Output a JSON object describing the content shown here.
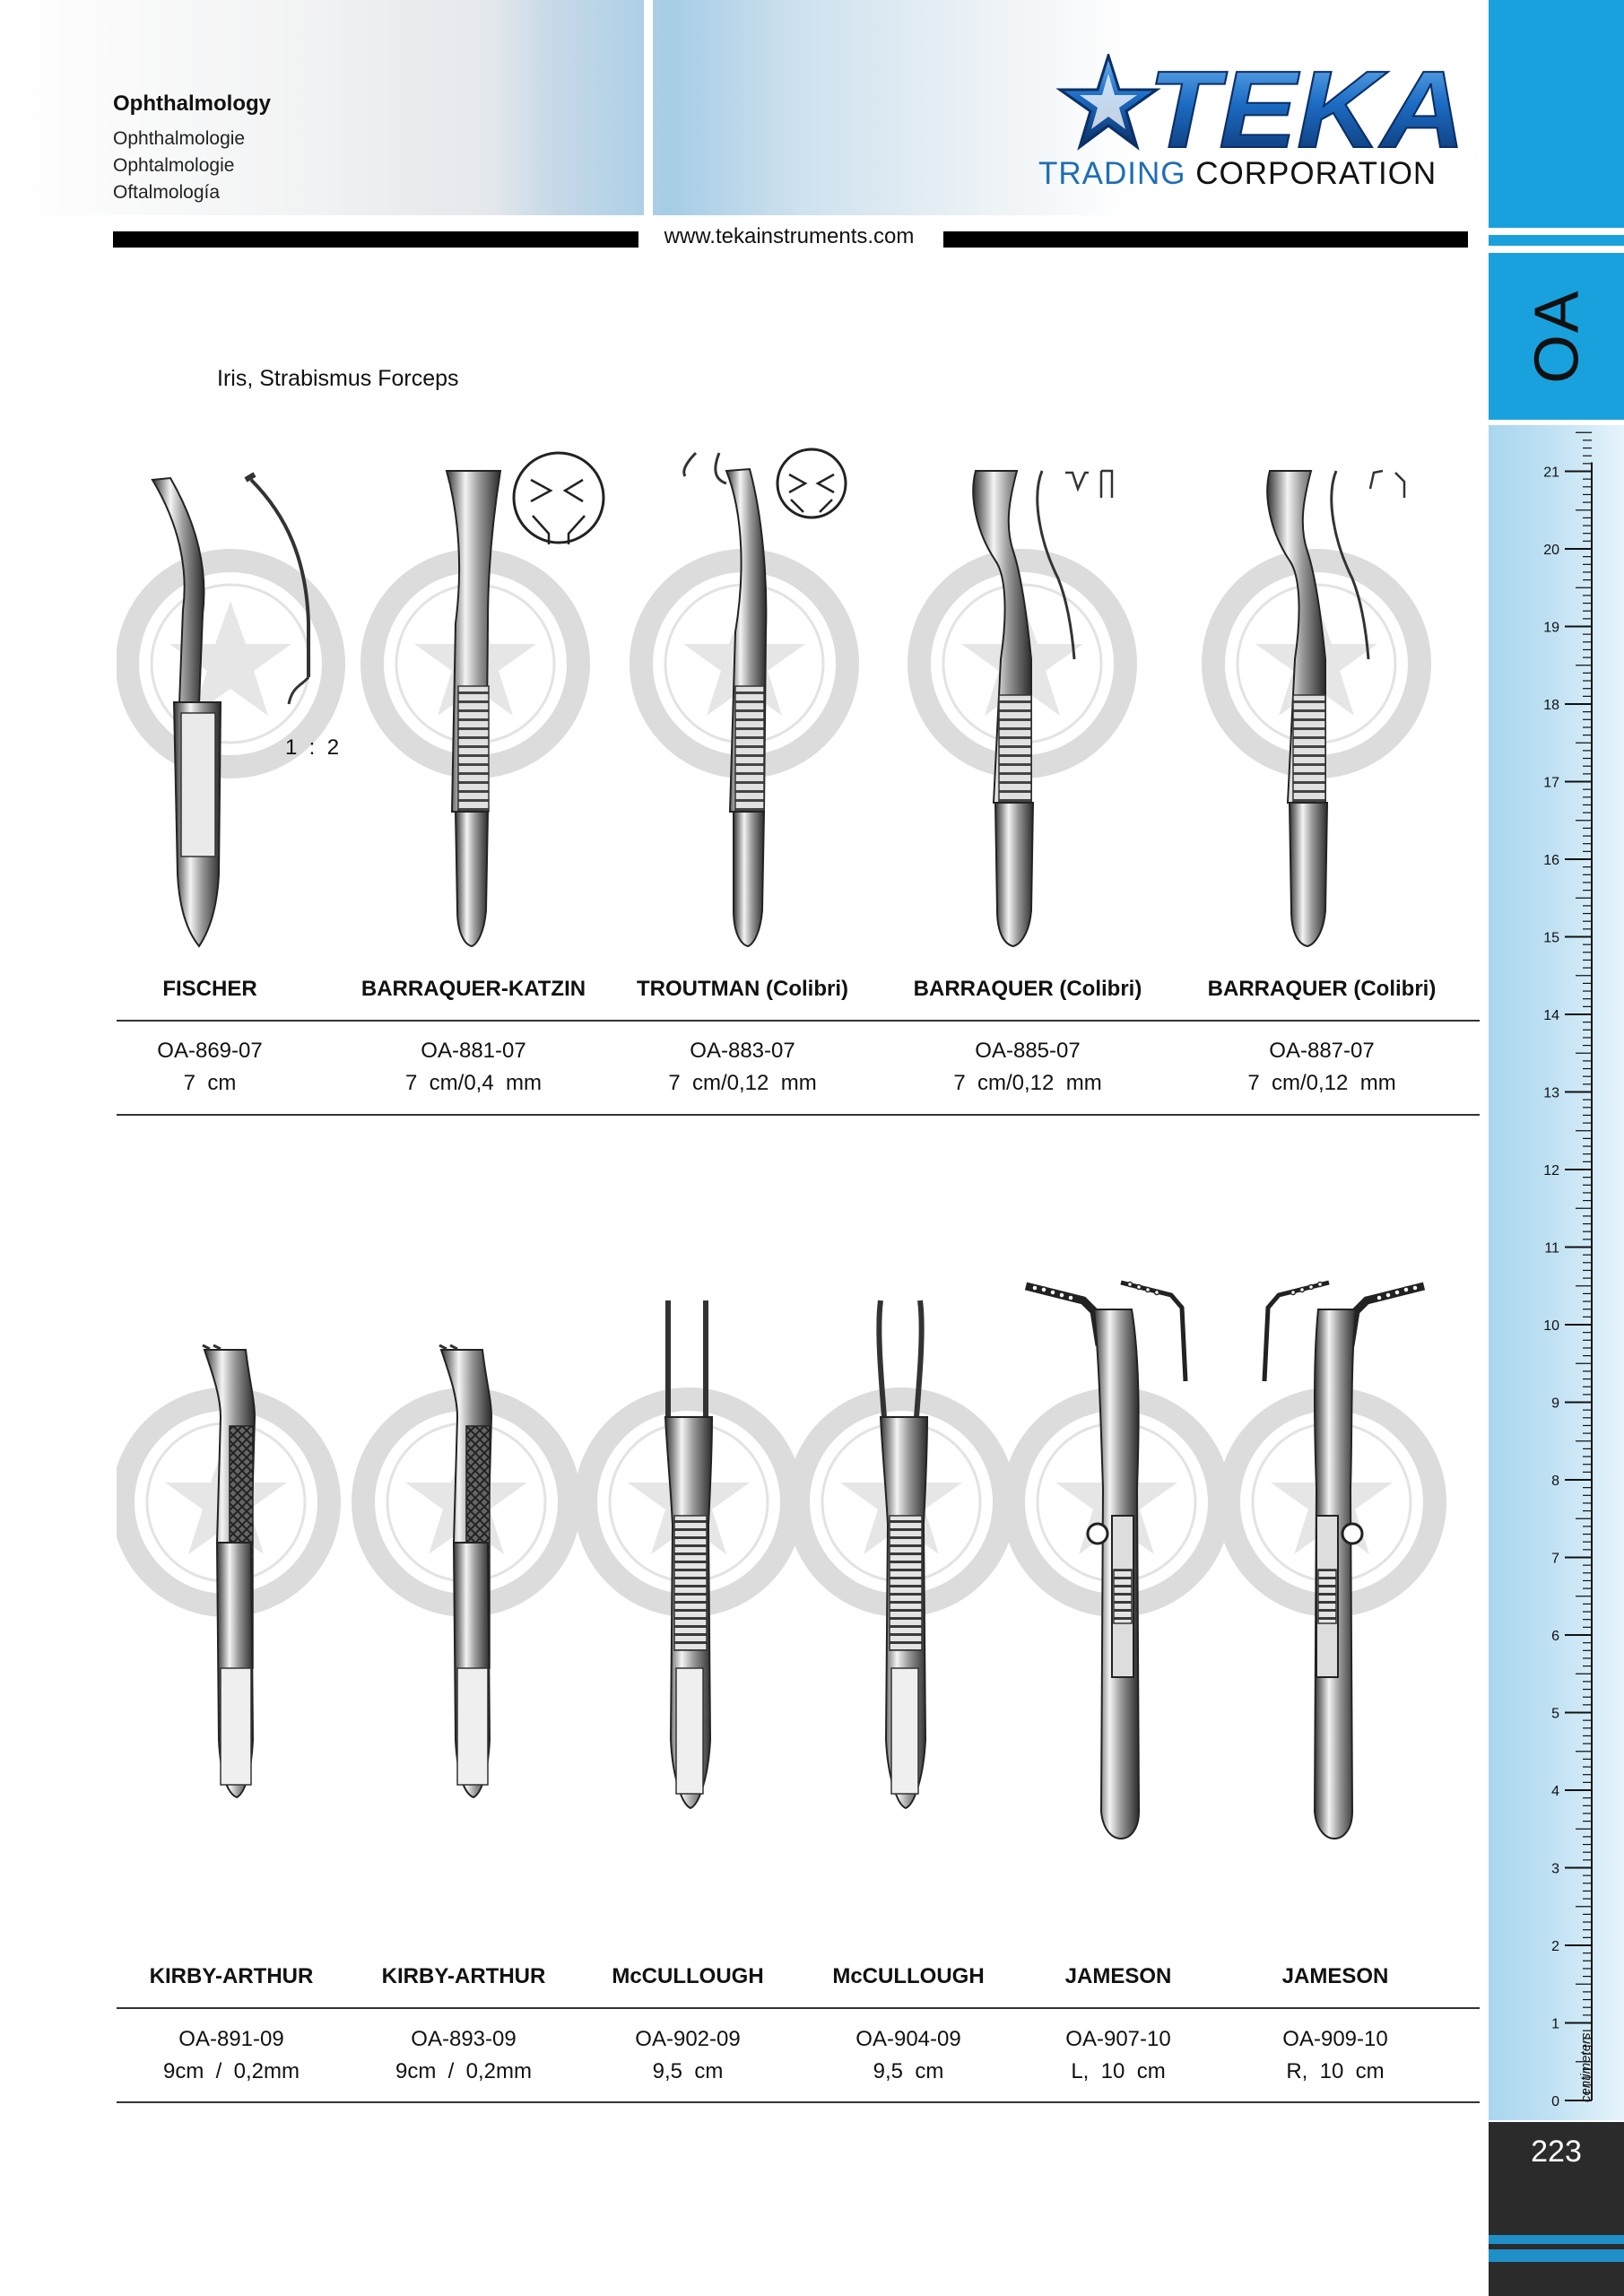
{
  "header": {
    "title": "Ophthalmology",
    "subtitles": [
      "Ophthalmologie",
      "Ophtalmologie",
      "Oftalmología"
    ],
    "website": "www.tekainstruments.com"
  },
  "logo": {
    "brand": "TEKA",
    "corp_part1": "TRADING",
    "corp_part2": "CORPORATION",
    "color_blue": "#1565b0",
    "color_dark": "#0b2f66"
  },
  "side_tab": {
    "label": "OA",
    "color": "#19a1dd"
  },
  "ruler": {
    "unit_label": "centimeters",
    "ticks": [
      "0",
      "1",
      "2",
      "3",
      "4",
      "5",
      "6",
      "7",
      "8",
      "9",
      "10",
      "11",
      "12",
      "13",
      "14",
      "15",
      "16",
      "17",
      "18",
      "19",
      "20",
      "21"
    ]
  },
  "page_number": "223",
  "section": {
    "title": "Iris,  Strabismus  Forceps",
    "scale_note": "1  :  2"
  },
  "row1": [
    {
      "name": "FISCHER",
      "code": "OA-869-07",
      "spec": "7  cm"
    },
    {
      "name": "BARRAQUER-KATZIN",
      "code": "OA-881-07",
      "spec": "7  cm/0,4  mm"
    },
    {
      "name": "TROUTMAN  (Colibri)",
      "code": "OA-883-07",
      "spec": "7  cm/0,12  mm"
    },
    {
      "name": "BARRAQUER  (Colibri)",
      "code": "OA-885-07",
      "spec": "7  cm/0,12  mm"
    },
    {
      "name": "BARRAQUER  (Colibri)",
      "code": "OA-887-07",
      "spec": "7  cm/0,12  mm"
    }
  ],
  "row2": [
    {
      "name": "KIRBY-ARTHUR",
      "code": "OA-891-09",
      "spec": "9cm  /  0,2mm"
    },
    {
      "name": "KIRBY-ARTHUR",
      "code": "OA-893-09",
      "spec": "9cm  /  0,2mm"
    },
    {
      "name": "McCULLOUGH",
      "code": "OA-902-09",
      "spec": "9,5  cm"
    },
    {
      "name": "McCULLOUGH",
      "code": "OA-904-09",
      "spec": "9,5  cm"
    },
    {
      "name": "JAMESON",
      "code": "OA-907-10",
      "spec": "L,  10  cm"
    },
    {
      "name": "JAMESON",
      "code": "OA-909-10",
      "spec": "R,  10  cm"
    }
  ]
}
